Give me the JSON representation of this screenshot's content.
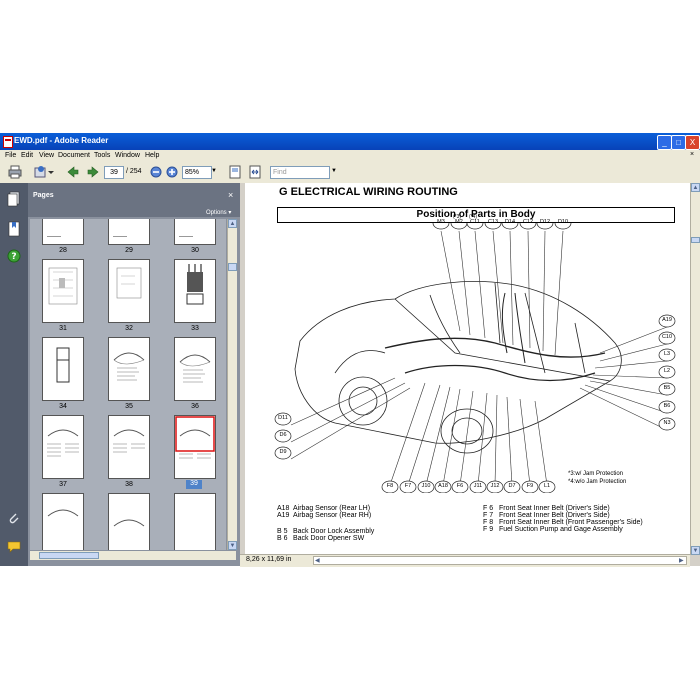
{
  "window": {
    "title": "EWD.pdf - Adobe Reader",
    "controls": [
      "_",
      "□",
      "X"
    ]
  },
  "menu": [
    "File",
    "Edit",
    "View",
    "Document",
    "Tools",
    "Window",
    "Help"
  ],
  "toolbar": {
    "page_current": "39",
    "page_total": "/ 254",
    "zoom": "85%",
    "find_placeholder": "Find"
  },
  "panel": {
    "title": "Pages",
    "options": "Options ▾",
    "close": "×",
    "thumb_labels": [
      "28",
      "29",
      "30",
      "31",
      "32",
      "33",
      "34",
      "35",
      "36",
      "37",
      "38",
      "39"
    ],
    "selected": "39"
  },
  "doc": {
    "section_title": "G  ELECTRICAL WIRING ROUTING",
    "box_title": "Position of Parts in Body",
    "callouts_top": [
      "M3",
      "M2",
      "C11",
      "C13",
      "D14",
      "C12",
      "D12",
      "D10"
    ],
    "superscripts": [
      "*3",
      "*4"
    ],
    "callouts_right": [
      "A19",
      "C10",
      "L3",
      "L2",
      "B5",
      "B6",
      "N3"
    ],
    "callouts_left": [
      "D11",
      "D6",
      "D9"
    ],
    "callouts_bottom": [
      "F8",
      "F7",
      "J10",
      "A18",
      "F6",
      "J11",
      "J12",
      "D7",
      "F9",
      "L1"
    ],
    "notes": [
      "*3:w/ Jam Protection",
      "*4:w/o Jam Protection"
    ],
    "legend_left": [
      {
        "code": "A18",
        "text": "Airbag Sensor (Rear LH)"
      },
      {
        "code": "A19",
        "text": "Airbag Sensor (Rear RH)"
      },
      {
        "code": "",
        "text": ""
      },
      {
        "code": "B  5",
        "text": "Back Door Lock Assembly"
      },
      {
        "code": "B  6",
        "text": "Back Door Opener SW"
      }
    ],
    "legend_right": [
      {
        "code": "F  6",
        "text": "Front Seat Inner Belt (Driver's Side)"
      },
      {
        "code": "F  7",
        "text": "Front Seat Inner Belt (Driver's Side)"
      },
      {
        "code": "F  8",
        "text": "Front Seat Inner Belt (Front Passenger's Side)"
      },
      {
        "code": "F  9",
        "text": "Fuel Suction Pump and Gage Assembly"
      }
    ]
  },
  "status": {
    "page_size": "8,26 x 11,69 in"
  }
}
